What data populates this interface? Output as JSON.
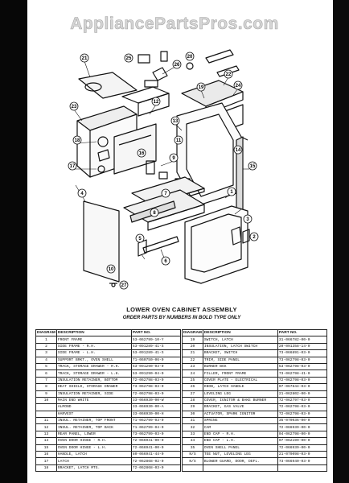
{
  "watermark": "AppliancePartsPros.com",
  "diagram": {
    "callouts": [
      "21",
      "25",
      "26",
      "22",
      "24",
      "23",
      "12",
      "13",
      "19",
      "20",
      "18",
      "17",
      "9",
      "16",
      "11",
      "15",
      "14",
      "7",
      "8",
      "1",
      "10",
      "5",
      "6",
      "4",
      "3",
      "2",
      "27"
    ]
  },
  "assembly": {
    "title": "LOWER OVEN CABINET ASSEMBLY",
    "note": "ORDER PARTS BY NUMBERS IN BOLD TYPE ONLY"
  },
  "table": {
    "headers": [
      "DIAGRAM",
      "DESCRIPTION",
      "PART NO."
    ],
    "left_rows": [
      [
        "1",
        "FRONT FRAME",
        "53-062799-10-Y"
      ],
      [
        "2",
        "SIDE FRAME - R.H.",
        "53-091289-41-S"
      ],
      [
        "3",
        "SIDE FRAME - L.H.",
        "53-091289-41-S"
      ],
      [
        "4",
        "SUPPORT BRKT., OVEN SHELL",
        "71-060750-06-0"
      ],
      [
        "5",
        "TRACK, STORAGE DRAWER - R.H.",
        "53-091290-03-0"
      ],
      [
        "6",
        "TRACK, STORAGE DRAWER - L.H.",
        "53-091290-04-0"
      ],
      [
        "7",
        "INSULATION RETAINER, BOTTOM",
        "72-062798-03-0"
      ],
      [
        "8",
        "HEAT SHIELD, STORAGE DRAWER",
        "73-062798-03-0"
      ],
      [
        "9",
        "INSULATION RETAINER, SIDE",
        "72-062798-03-0"
      ],
      [
        "10",
        "MAIN END   WHITE",
        "33-066930-00-W"
      ],
      [
        "",
        "ALMOND",
        "33-066930-00-A"
      ],
      [
        "",
        "HARVEST",
        "33-066930-00-H"
      ],
      [
        "11",
        "INSUL. RETAINER, TOP FRONT",
        "71-062799-03-0"
      ],
      [
        "12",
        "INSUL. RETAINER, TOP BACK",
        "71-062799-04-0"
      ],
      [
        "13",
        "REAR PANEL, LOWER",
        "73-062799-03-0"
      ],
      [
        "14",
        "OVEN DOOR HINGE - R.H.",
        "72-066941-00-0"
      ],
      [
        "15",
        "OVEN DOOR HINGE - L.H.",
        "72-066941-00-0"
      ],
      [
        "16",
        "HANDLE, LATCH",
        "80-066941-44-0"
      ],
      [
        "17",
        "LATCH",
        "72-062868-02-0"
      ],
      [
        "18",
        "BRACKET, LATCH MTG.",
        "72-062868-03-0"
      ]
    ],
    "right_rows": [
      [
        "19",
        "SWITCH, LATCH",
        "31-066782-00-0"
      ],
      [
        "20",
        "INSULATION, LATCH SWITCH",
        "20-091358-14-0"
      ],
      [
        "21",
        "BRACKET, SWITCH",
        "73-066891-03-0"
      ],
      [
        "22",
        "TRIM, SIDE PANEL",
        "73-062798-03-0"
      ],
      [
        "23",
        "BURNER BOX",
        "53-062798-03-0"
      ],
      [
        "24",
        "FILLER, FRONT FRAME",
        "73-062798-41-0"
      ],
      [
        "25",
        "COVER PLATE - ELECTRICAL",
        "72-062798-03-0"
      ],
      [
        "26",
        "KNOB, LATCH HANDLE",
        "07-067844-03-0"
      ],
      [
        "27",
        "LEVELING LEG",
        "21-062802-00-0"
      ],
      [
        "28",
        "COVER, IGNITOR & BAKE BURNER",
        "72-062797-03-0"
      ],
      [
        "29",
        "BRACKET, GAS VALVE",
        "72-062798-03-0"
      ],
      [
        "30",
        "ACTUATOR, SPARK IGNITOR",
        "72-062798-03-0"
      ],
      [
        "31",
        "SPRING",
        "35-079036-00-0"
      ],
      [
        "32",
        "CAM",
        "72-066939-00-0"
      ],
      [
        "33",
        "END CAP - R.H.",
        "04-062798-00-0"
      ],
      [
        "34",
        "END CAP - L.H.",
        "07-062199-00-0"
      ],
      [
        "35",
        "OVEN SHELL PANEL",
        "72-066939-00-0"
      ],
      [
        "N/S",
        "TEE NUT, LEVELING LEG",
        "21-079098-03-0"
      ],
      [
        "N/S",
        "BLOWER GUARD, DOOR, DEFL.",
        "73-066940-03-0"
      ],
      [
        "",
        "",
        ""
      ]
    ]
  }
}
